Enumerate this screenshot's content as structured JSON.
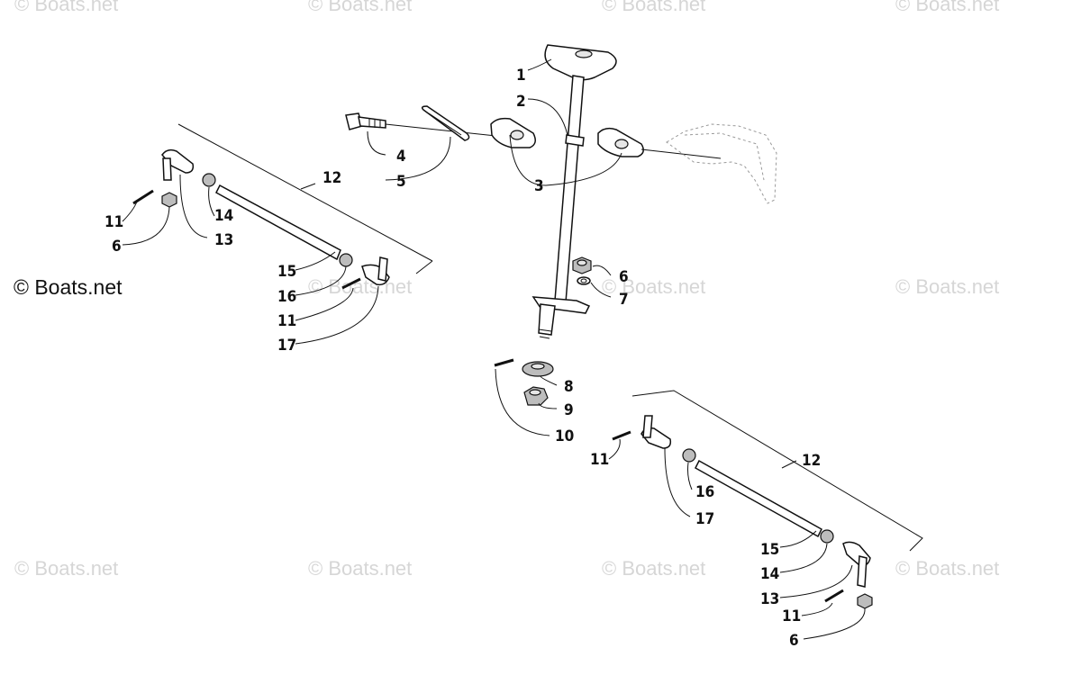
{
  "watermark": {
    "text": "© Boats.net",
    "main_text": "© Boats.net",
    "color": "#d6d6d6"
  },
  "callouts": {
    "c1": "1",
    "c2": "2",
    "c3": "3",
    "c4": "4",
    "c5": "5",
    "c6a": "6",
    "c7": "7",
    "c8": "8",
    "c9": "9",
    "c10": "10",
    "c12l": "12",
    "c11l": "11",
    "c6l": "6",
    "c14l": "14",
    "c13l": "13",
    "c15l": "15",
    "c16l": "16",
    "c11l2": "11",
    "c17l": "17",
    "c11r": "11",
    "c12r": "12",
    "c16r": "16",
    "c17r": "17",
    "c15r": "15",
    "c14r": "14",
    "c13r": "13",
    "c11r2": "11",
    "c6r": "6"
  }
}
